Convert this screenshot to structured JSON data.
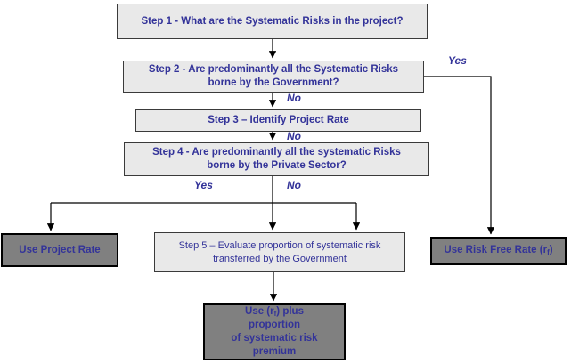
{
  "colors": {
    "accent": "#333399",
    "light_box": "#e9e9e9",
    "dark_box": "#808080",
    "line": "#000000",
    "background": "#ffffff"
  },
  "flowchart": {
    "nodes": {
      "step1": {
        "label": "Step 1 - What are the Systematic Risks in the project?"
      },
      "step2": {
        "lines": [
          "Step 2 - Are predominantly all the Systematic Risks",
          "borne by the Government?"
        ]
      },
      "step3": {
        "label": "Step 3 – Identify Project Rate"
      },
      "step4": {
        "lines": [
          "Step 4 - Are predominantly all the systematic Risks",
          "borne by the Private Sector?"
        ]
      },
      "step5": {
        "lines": [
          "Step 5 – Evaluate proportion of systematic risk",
          "transferred by the Government"
        ]
      },
      "use_project_rate": {
        "label": "Use Project Rate"
      },
      "use_risk_free_rate": {
        "prefix": "Use Risk Free Rate (r",
        "sub": "f",
        "suffix": ")"
      },
      "use_rf_plus": {
        "line1_prefix": "Use (r",
        "line1_sub": "f",
        "line1_suffix": ") plus",
        "line2": "proportion",
        "line3": "of systematic risk",
        "line4": "premium"
      }
    },
    "edge_labels": {
      "step2_yes": "Yes",
      "step2_no": "No",
      "step3_no": "No",
      "step4_yes": "Yes",
      "step4_no": "No"
    }
  }
}
